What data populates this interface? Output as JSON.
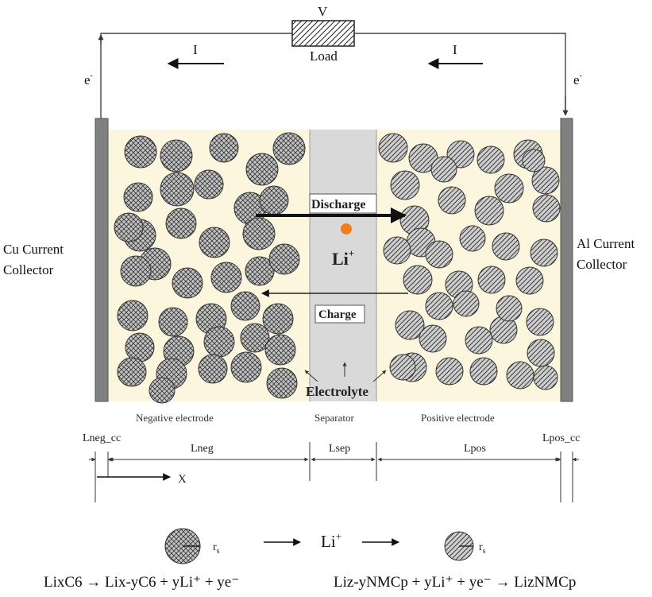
{
  "circuit": {
    "voltage_label": "V",
    "load_label": "Load",
    "current_left_label": "I",
    "current_right_label": "I",
    "electron_left_label": "e",
    "electron_right_label": "e",
    "electron_superscript": "-"
  },
  "collectors": {
    "cu_line1": "Cu Current",
    "cu_line2": "Collector",
    "al_line1": "Al Current",
    "al_line2": "Collector"
  },
  "cell": {
    "discharge_label": "Discharge",
    "charge_label": "Charge",
    "ion_label": "Li",
    "ion_superscript": "+",
    "electrolyte_label": "Electrolyte"
  },
  "regions": {
    "negative": "Negative electrode",
    "separator": "Separator",
    "positive": "Positive electrode"
  },
  "dimensions": {
    "lneg_cc": "Lneg_cc",
    "lneg": "Lneg",
    "lsep": "Lsep",
    "lpos": "Lpos",
    "lpos_cc": "Lpos_cc",
    "x_axis": "X"
  },
  "legend": {
    "rs_left": "r",
    "rs_right": "r",
    "rs_subscript": "s",
    "li_label": "Li",
    "li_superscript": "+"
  },
  "equations": {
    "anode": "LixC6 → Lix-yC6 + yLi⁺ + ye⁻",
    "cathode": "Liz-yNMCp + yLi⁺ + ye⁻ → LizNMCp"
  },
  "colors": {
    "electrolyte_fill": "#fbf6dd",
    "separator_fill": "#d9d9d9",
    "collector_fill": "#808080",
    "particle_fill": "#bdbdbd",
    "ion_dot": "#f07d1e"
  }
}
